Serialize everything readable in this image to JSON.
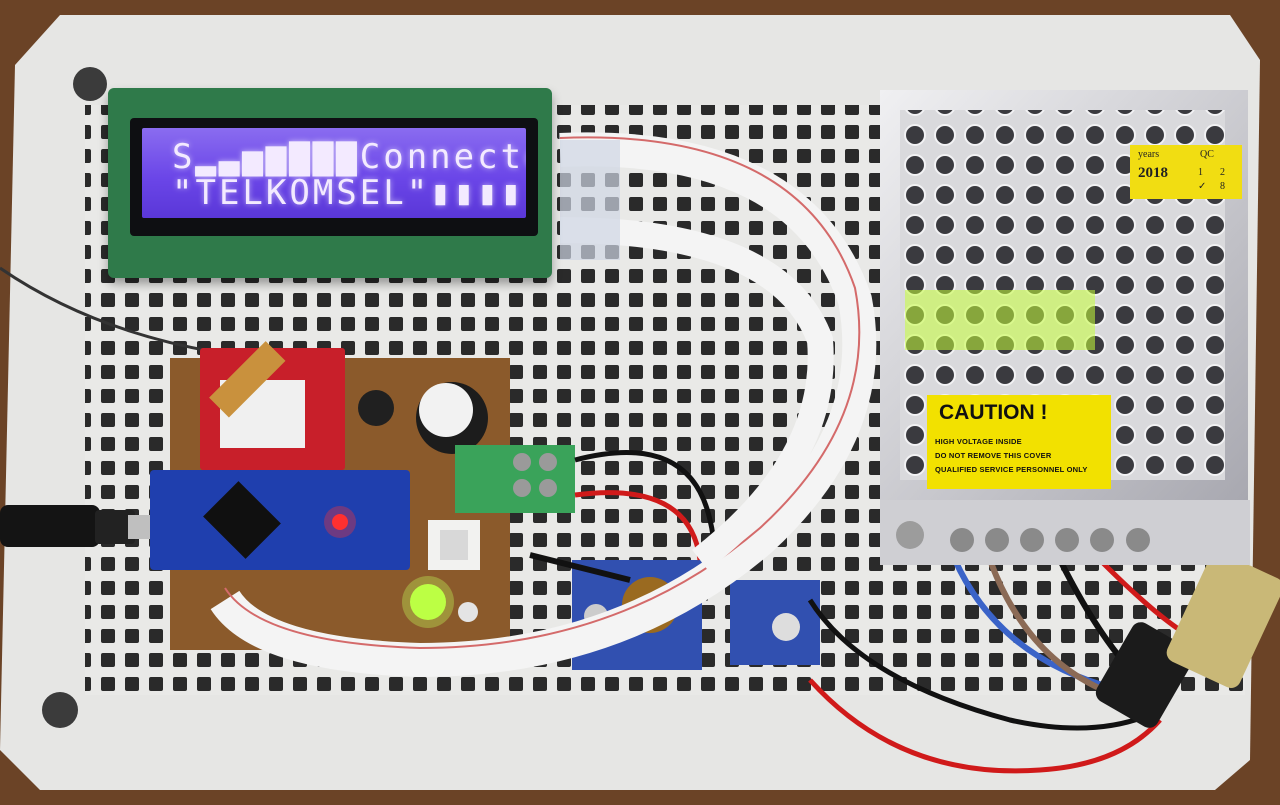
{
  "lcd": {
    "line1": "S▂▃▅▆▇▇▇Connected",
    "line2": "\"TELKOMSEL\"▮▮▮▮"
  },
  "psu_label": {
    "title": "CAUTION !",
    "line1": "HIGH VOLTAGE INSIDE",
    "line2": "DO NOT REMOVE THIS COVER",
    "line3": "QUALIFIED SERVICE PERSONNEL ONLY"
  },
  "qc_sticker": {
    "years_label": "years",
    "year": "2018",
    "qc_label": "QC",
    "col1": "1",
    "col2": "2",
    "row2a": "✓",
    "row2b": "8"
  },
  "colors": {
    "enclosure": "#e8e8e6",
    "lcd_backlight": "#6b46e8",
    "pcb_brown": "#8b5a2b",
    "arduino_blue": "#1f3fae",
    "led_green": "#b7ff3a",
    "caution_yellow": "#f2e100"
  }
}
